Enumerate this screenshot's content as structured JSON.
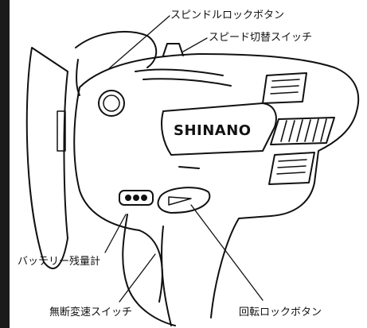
{
  "labels": {
    "spindle_lock": "スピンドルロックボタン",
    "speed_switch": "スピード切替スイッチ",
    "battery_meter": "バッテリー残量計",
    "variable_speed": "無断変速スイッチ",
    "rotation_lock": "回転ロックボタン"
  },
  "brand": "SHINANO",
  "colors": {
    "line": "#111111",
    "frame_bar": "#1a1a1a"
  }
}
